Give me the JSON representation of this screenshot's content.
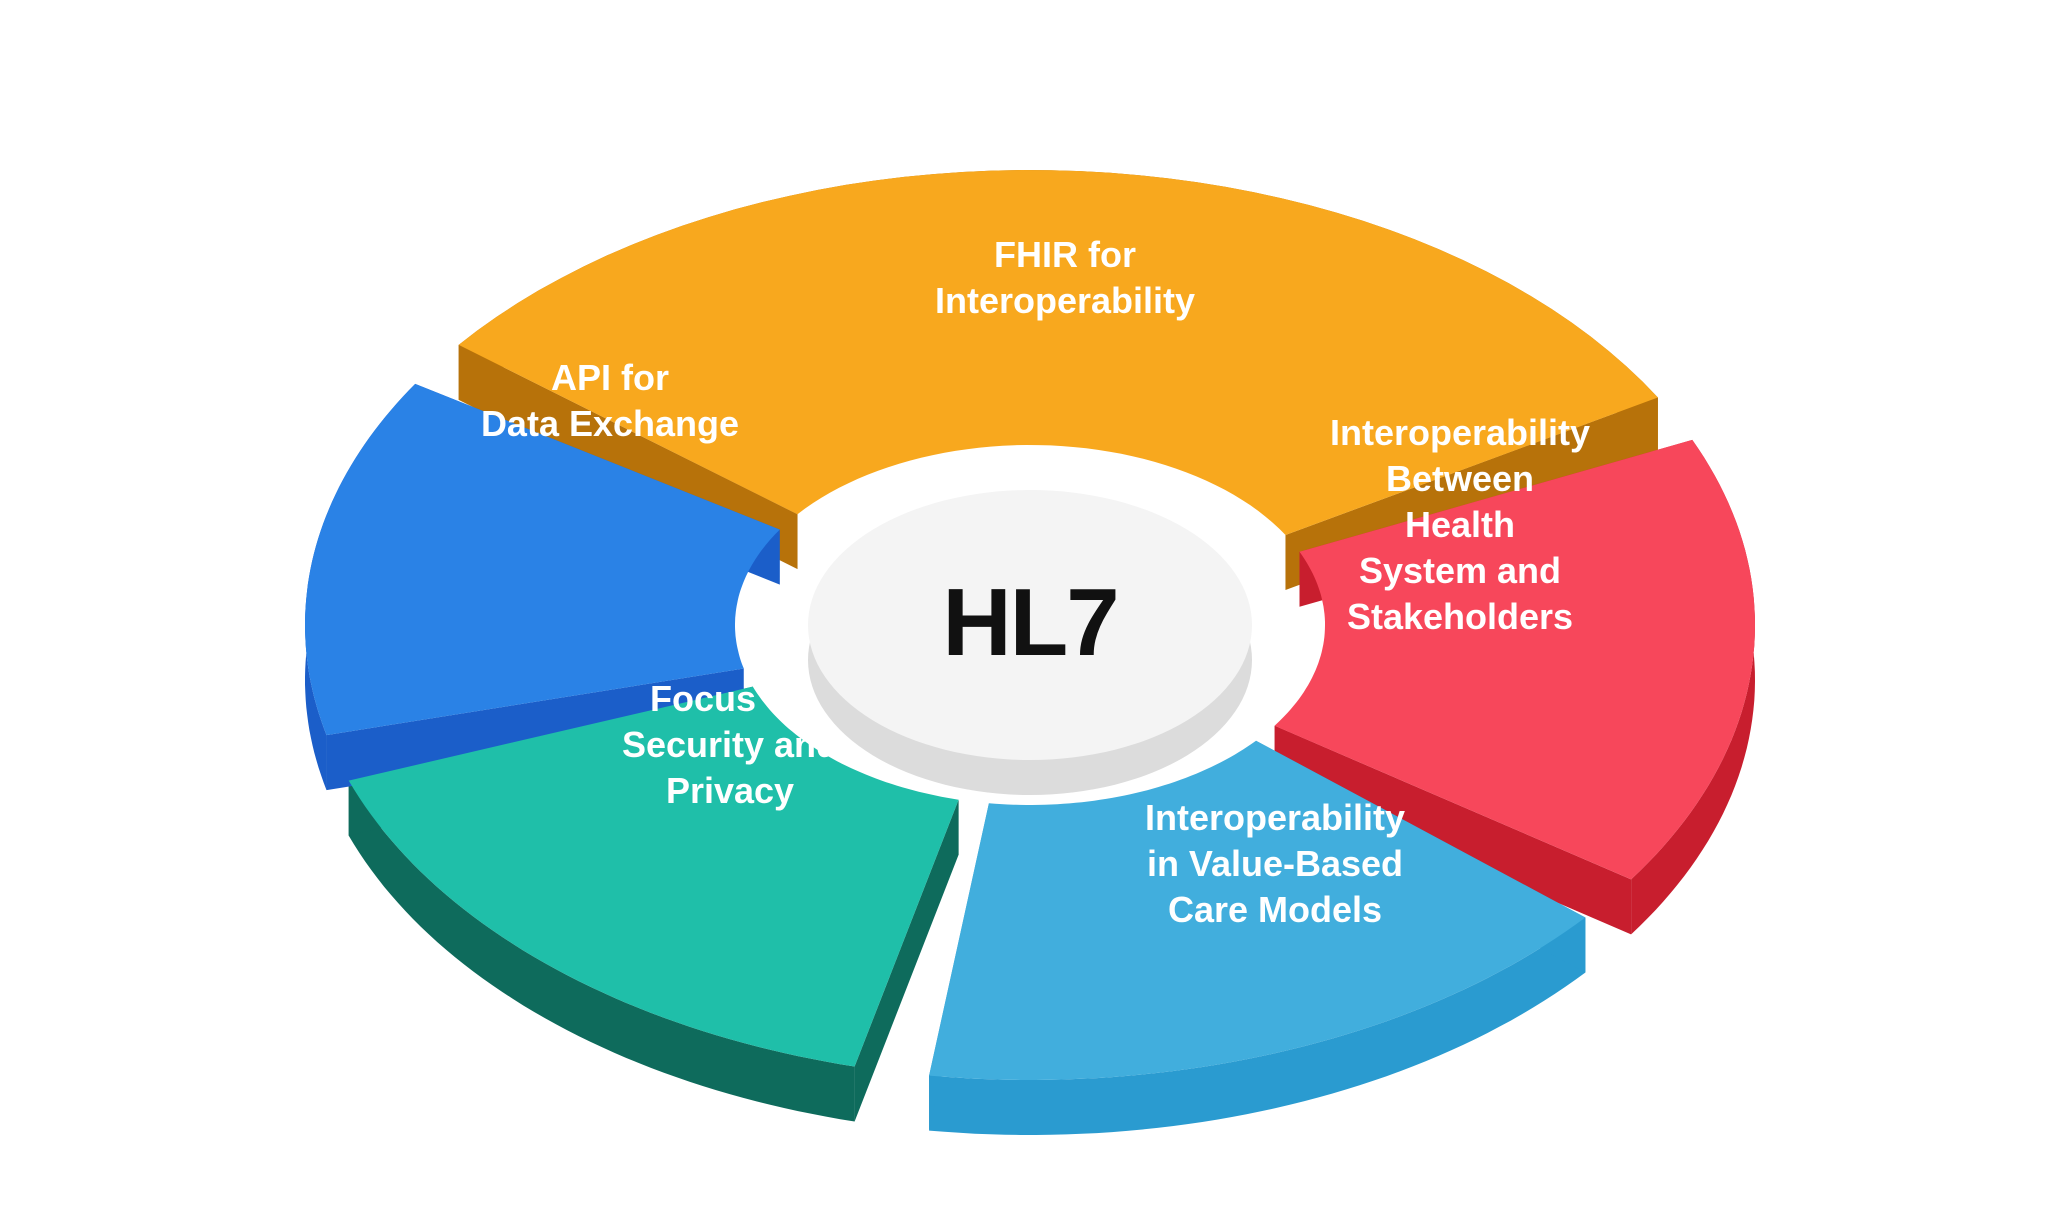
{
  "center": {
    "label": "HL7"
  },
  "segments": [
    {
      "id": "fhir",
      "lines": [
        "FHIR for",
        "Interoperability"
      ],
      "top_color": "#F8A81E",
      "side_color": "#B7720A"
    },
    {
      "id": "interop-health-system",
      "lines": [
        "Interoperability",
        "Between",
        "Health",
        "System and",
        "Stakeholders"
      ],
      "top_color": "#F7475B",
      "side_color": "#C81E2E"
    },
    {
      "id": "value-based-care",
      "lines": [
        "Interoperability",
        "in Value-Based",
        "Care Models"
      ],
      "top_color": "#41AEDD",
      "side_color": "#2A9BD0"
    },
    {
      "id": "security-privacy",
      "lines": [
        "Focus on",
        "Security and",
        "Privacy"
      ],
      "top_color": "#1FBFA9",
      "side_color": "#0E6B5C"
    },
    {
      "id": "api-data-exchange",
      "lines": [
        "API for",
        "Data Exchange"
      ],
      "top_color": "#2A82E6",
      "side_color": "#1B5EC9"
    }
  ]
}
